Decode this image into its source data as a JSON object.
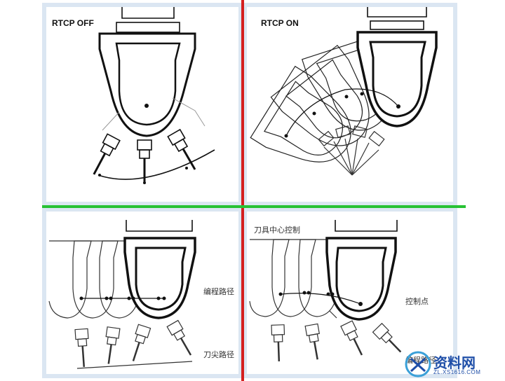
{
  "panels": {
    "top_left": {
      "label": "RTCP OFF"
    },
    "top_right": {
      "label": "RTCP ON"
    },
    "bottom_left": {
      "programmed_path_label": "编程路径",
      "tool_tip_path_label": "刀尖路径"
    },
    "bottom_right": {
      "title_label": "刀具中心控制",
      "control_point_label": "控制点",
      "programmed_path_label": "编程路径"
    }
  },
  "colors": {
    "divider_vertical": "#d42020",
    "divider_horizontal": "#27c234",
    "panel_border": "#dbe6f2"
  },
  "watermark": {
    "text": "资料网",
    "url": "ZL.XS1616.COM",
    "logo_icon": "xs-logo-icon"
  }
}
